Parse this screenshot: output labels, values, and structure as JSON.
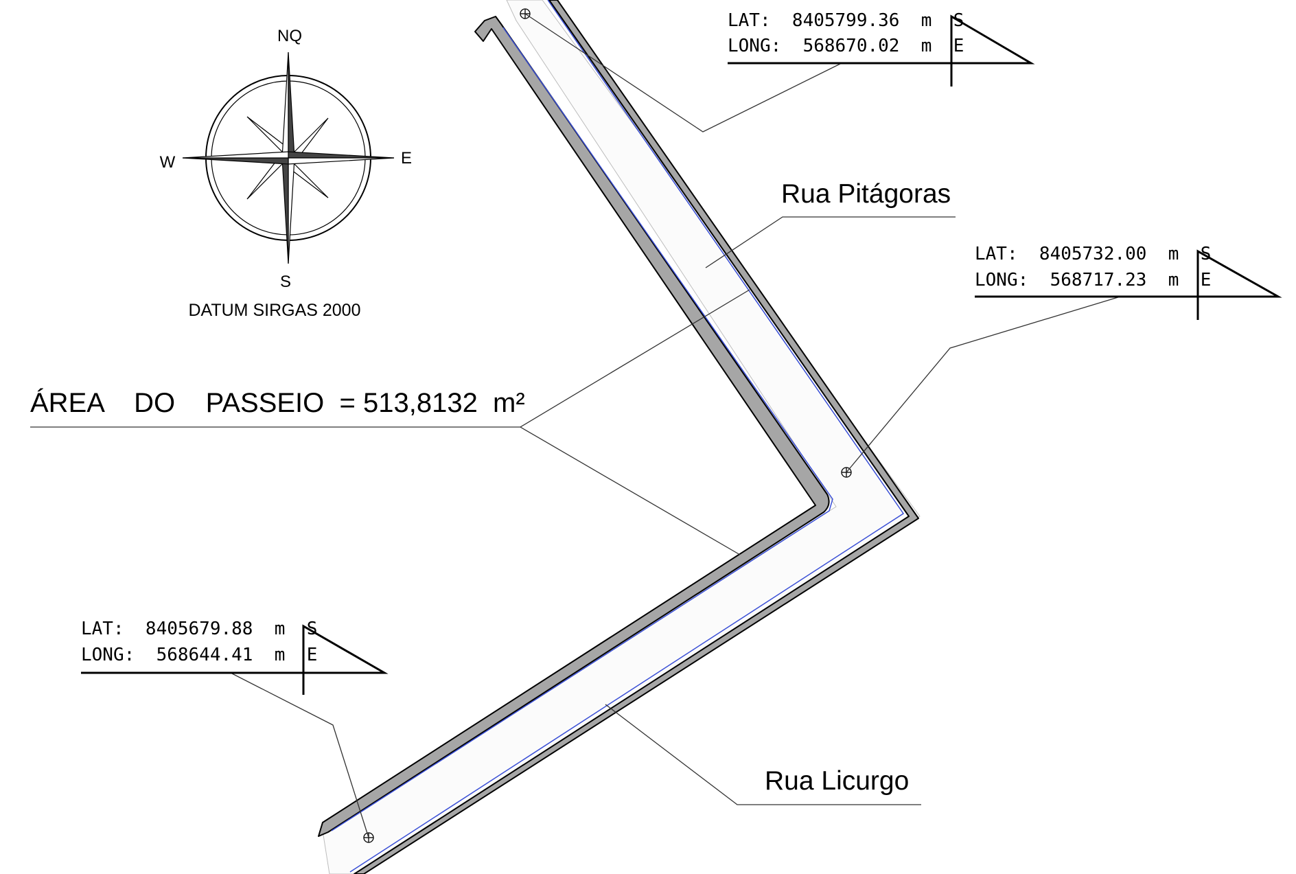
{
  "compass": {
    "north": "NQ",
    "south": "S",
    "east": "E",
    "west": "W",
    "datum": "DATUM SIRGAS 2000"
  },
  "area_label": "ÁREA    DO    PASSEIO  = 513,8132  m²",
  "streets": {
    "top": "Rua Pitágoras",
    "bottom": "Rua Licurgo"
  },
  "coordinates": [
    {
      "lat": "LAT:  8405799.36  m  S",
      "long": "LONG:  568670.02  m  E"
    },
    {
      "lat": "LAT:  8405732.00  m  S",
      "long": "LONG:  568717.23  m  E"
    },
    {
      "lat": "LAT:  8405679.88  m  S",
      "long": "LONG:  568644.41  m  E"
    }
  ],
  "colors": {
    "line": "#000000",
    "curb_fill": "#a6a6a6",
    "blue_line": "#3a4fd6",
    "leader": "#333333"
  }
}
